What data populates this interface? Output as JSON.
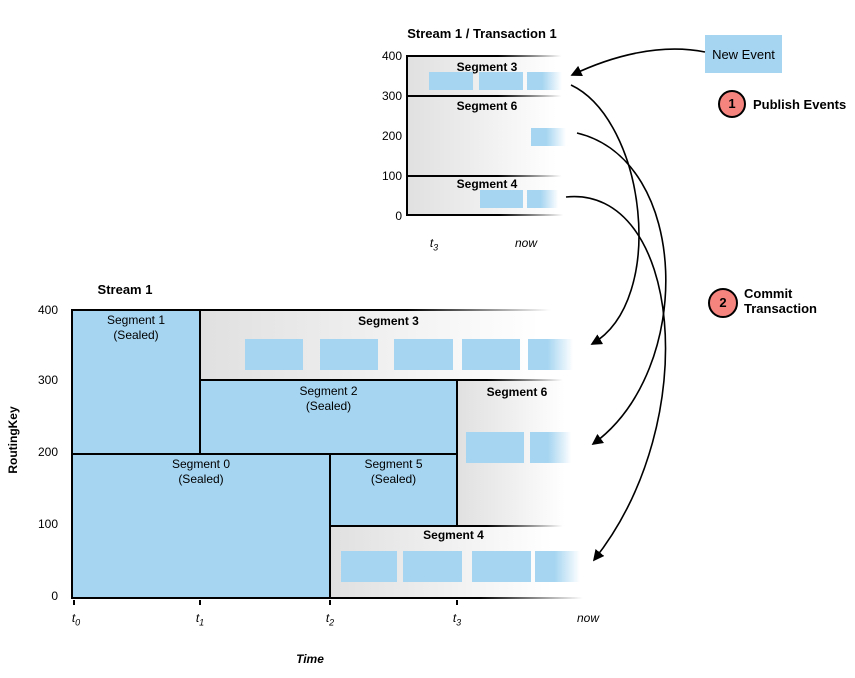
{
  "colors": {
    "blue": "#a6d5f1",
    "salmon": "#f5837e",
    "gray": "#e0e0e0",
    "line": "#000000"
  },
  "transaction_chart": {
    "title": "Stream 1 / Transaction 1",
    "y_ticks": [
      "400",
      "300",
      "200",
      "100",
      "0"
    ],
    "x_ticks": [
      {
        "base": "t",
        "sub": "3"
      },
      {
        "base": "now",
        "sub": ""
      }
    ],
    "segments": {
      "s3": "Segment 3",
      "s6": "Segment 6",
      "s4": "Segment 4"
    },
    "event_boxes": {
      "segment3_solid": 2,
      "segment3_fading": 1,
      "segment6_solid": 0,
      "segment6_fading": 1,
      "segment4_solid": 1,
      "segment4_fading": 1
    }
  },
  "stream_chart": {
    "title": "Stream 1",
    "ylabel": "RoutingKey",
    "xlabel": "Time",
    "y_ticks": [
      "400",
      "300",
      "200",
      "100",
      "0"
    ],
    "x_ticks": [
      {
        "base": "t",
        "sub": "0"
      },
      {
        "base": "t",
        "sub": "1"
      },
      {
        "base": "t",
        "sub": "2"
      },
      {
        "base": "t",
        "sub": "3"
      },
      {
        "base": "now",
        "sub": ""
      }
    ],
    "segments": {
      "s1_line1": "Segment 1",
      "s1_line2": "(Sealed)",
      "s2_line1": "Segment 2",
      "s2_line2": "(Sealed)",
      "s0_line1": "Segment 0",
      "s0_line2": "(Sealed)",
      "s5_line1": "Segment 5",
      "s5_line2": "(Sealed)",
      "s3": "Segment 3",
      "s6": "Segment 6",
      "s4": "Segment 4"
    },
    "event_boxes": {
      "segment3_solid": 4,
      "segment3_fading": 1,
      "segment6_solid": 1,
      "segment6_fading": 1,
      "segment4_solid": 3,
      "segment4_fading": 1
    }
  },
  "annotations": {
    "new_event": "New Event",
    "step1_number": "1",
    "step1_label": "Publish Events",
    "step2_number": "2",
    "step2_label_line1": "Commit",
    "step2_label_line2": "Transaction"
  }
}
